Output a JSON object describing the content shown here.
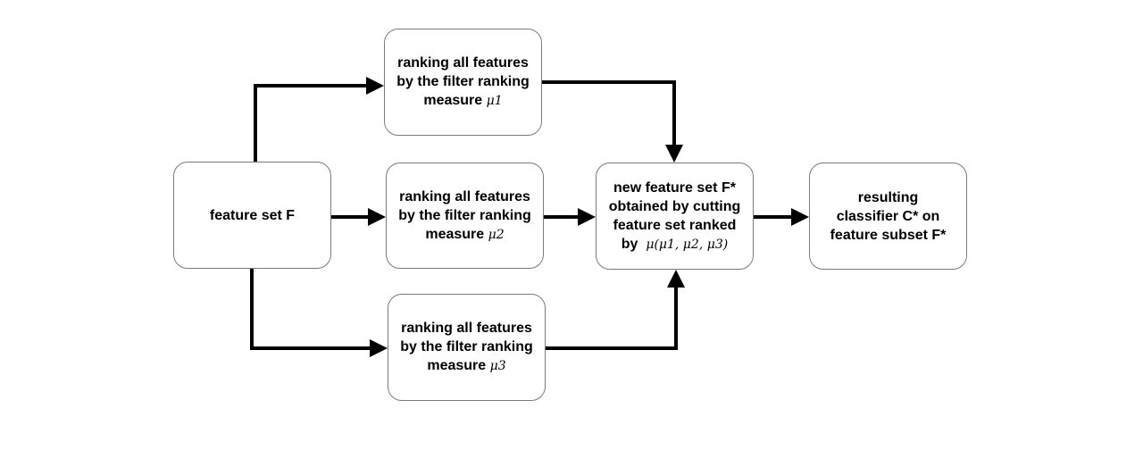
{
  "nodes": {
    "feature_set": {
      "text": "feature set F"
    },
    "rank1": {
      "line1": "ranking all features",
      "line2": "by the filter ranking",
      "line3": "measure",
      "measure": "μ1"
    },
    "rank2": {
      "line1": "ranking all features",
      "line2": "by the filter ranking",
      "line3": "measure",
      "measure": "μ2"
    },
    "rank3": {
      "line1": "ranking all features",
      "line2": "by the filter ranking",
      "line3": "measure",
      "measure": "μ3"
    },
    "new_set": {
      "line1": "new feature set F*",
      "line2": "obtained by cutting",
      "line3": "feature set ranked",
      "line4": "by",
      "formula": "μ(μ1, μ2, μ3)"
    },
    "result": {
      "line1": "resulting",
      "line2": "classifier C* on",
      "line3": "feature subset F*"
    }
  },
  "colors": {
    "arrow": "#000000",
    "border": "#7a7a7a",
    "background": "#ffffff"
  }
}
